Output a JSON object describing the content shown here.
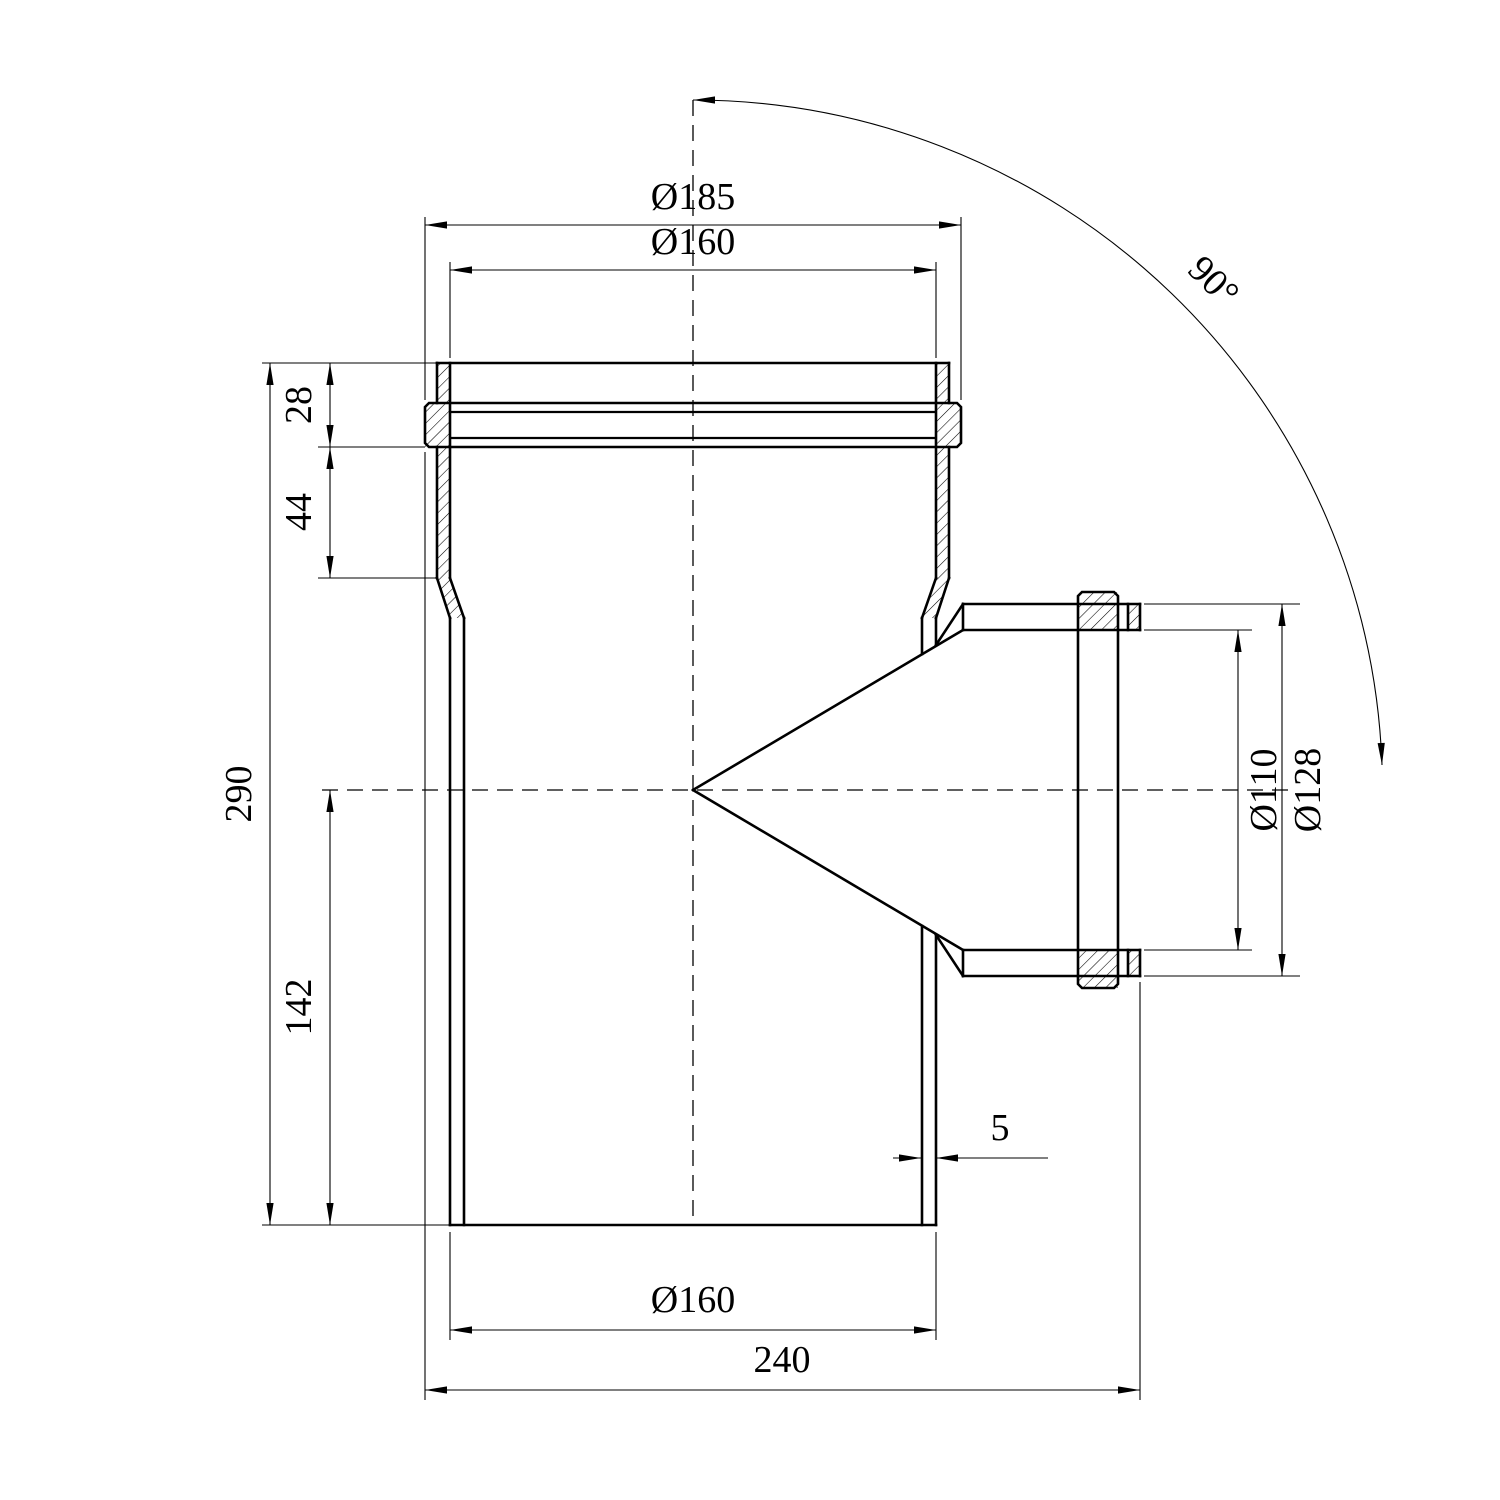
{
  "drawing": {
    "name": "90-degree tee pipe fitting sectional drawing",
    "labels": {
      "socket_outer_dia": "Ø185",
      "socket_inner_dia": "Ø160",
      "ring_height": "28",
      "socket_depth": "44",
      "total_height": "290",
      "bottom_length": "142",
      "branch_bore_dia": "Ø110",
      "branch_socket_dia": "Ø128",
      "branch_angle": "90°",
      "wall_thickness": "5",
      "pipe_outer_dia": "Ø160",
      "total_depth": "240"
    },
    "style": {
      "line_color": "#000000",
      "background": "#ffffff"
    }
  }
}
